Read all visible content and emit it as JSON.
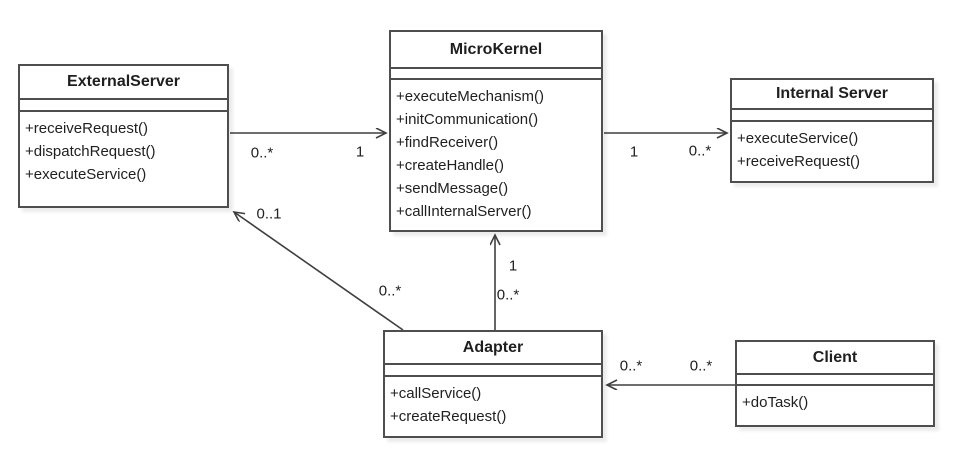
{
  "diagram": {
    "kind": "uml-class-diagram",
    "pattern": "MicroKernel",
    "colors": {
      "background": "#ffffff",
      "box_fill": "#ffffff",
      "box_border": "#4e4e4e",
      "line": "#3f3f3f",
      "text": "#1f1f1f"
    }
  },
  "classes": {
    "external_server": {
      "name": "ExternalServer",
      "attributes": [],
      "methods": [
        "+receiveRequest()",
        "+dispatchRequest()",
        "+executeService()"
      ]
    },
    "micro_kernel": {
      "name": "MicroKernel",
      "attributes": [],
      "methods": [
        "+executeMechanism()",
        "+initCommunication()",
        "+findReceiver()",
        "+createHandle()",
        "+sendMessage()",
        "+callInternalServer()"
      ]
    },
    "internal_server": {
      "name": "Internal Server",
      "attributes": [],
      "methods": [
        "+executeService()",
        "+receiveRequest()"
      ]
    },
    "adapter": {
      "name": "Adapter",
      "attributes": [],
      "methods": [
        "+callService()",
        "+createRequest()"
      ]
    },
    "client": {
      "name": "Client",
      "attributes": [],
      "methods": [
        "+doTask()"
      ]
    }
  },
  "associations": {
    "external_to_kernel": {
      "from": "ExternalServer",
      "to": "MicroKernel",
      "source_multiplicity": "0..*",
      "target_multiplicity": "1"
    },
    "kernel_to_internal": {
      "from": "MicroKernel",
      "to": "Internal Server",
      "source_multiplicity": "1",
      "target_multiplicity": "0..*"
    },
    "adapter_to_external": {
      "from": "Adapter",
      "to": "ExternalServer",
      "source_multiplicity": "0..*",
      "target_multiplicity": "0..1"
    },
    "adapter_to_kernel": {
      "from": "Adapter",
      "to": "MicroKernel",
      "source_multiplicity": "0..*",
      "target_multiplicity": "1"
    },
    "client_to_adapter": {
      "from": "Client",
      "to": "Adapter",
      "source_multiplicity": "0..*",
      "target_multiplicity": "0..*"
    }
  }
}
